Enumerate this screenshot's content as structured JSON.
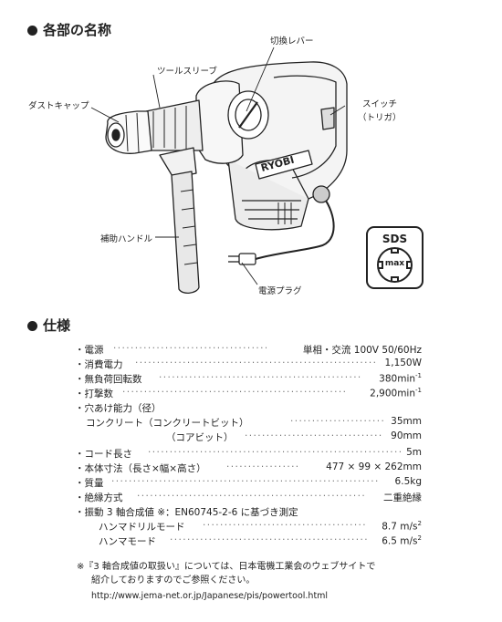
{
  "sections": {
    "parts_title": "各部の名称",
    "spec_title": "仕様"
  },
  "parts": {
    "dust_cap": "ダストキャップ",
    "tool_sleeve": "ツールスリーブ",
    "switch_lever": "切換レバー",
    "switch": "スイッチ",
    "trigger": "（トリガ）",
    "aux_handle": "補助ハンドル",
    "power_plug": "電源プラグ",
    "brand": "RYOBI"
  },
  "sds": {
    "top": "SDS",
    "bottom": "max"
  },
  "specs": [
    {
      "label": "・電源",
      "value": "単相・交流 100V 50/60Hz",
      "dots": true
    },
    {
      "label": "・消費電力",
      "value": "1,150W",
      "dots": true
    },
    {
      "label": "・無負荷回転数",
      "value": "380min-1",
      "dots": true
    },
    {
      "label": "・打撃数",
      "value": "2,900min-1",
      "dots": true
    },
    {
      "label": "・穴あけ能力（径）",
      "value": "",
      "dots": false
    },
    {
      "label": "コンクリート（コンクリートビット）",
      "value": "35mm",
      "dots": true
    },
    {
      "label": "（コアビット）",
      "value": "90mm",
      "dots": true
    },
    {
      "label": "・コード長さ",
      "value": "5m",
      "dots": true
    },
    {
      "label": "・本体寸法（長さ×幅×高さ）",
      "value": "477 × 99 × 262mm",
      "dots": true
    },
    {
      "label": "・質量",
      "value": "6.5kg",
      "dots": true
    },
    {
      "label": "・絶縁方式",
      "value": "二重絶縁",
      "dots": true
    },
    {
      "label": "・振動 3 軸合成値 ※：EN60745-2-6 に基づき測定",
      "value": "",
      "dots": false
    },
    {
      "label": "ハンマドリルモード",
      "value": "8.7 m/s2",
      "dots": true
    },
    {
      "label": "ハンマモード",
      "value": "6.5 m/s2",
      "dots": true
    }
  ],
  "note": {
    "line1": "※『3 軸合成値の取扱い』については、日本電機工業会のウェブサイトで",
    "line2": "紹介しておりますのでご参照ください。",
    "url": "http://www.jema-net.or.jp/Japanese/pis/powertool.html"
  }
}
